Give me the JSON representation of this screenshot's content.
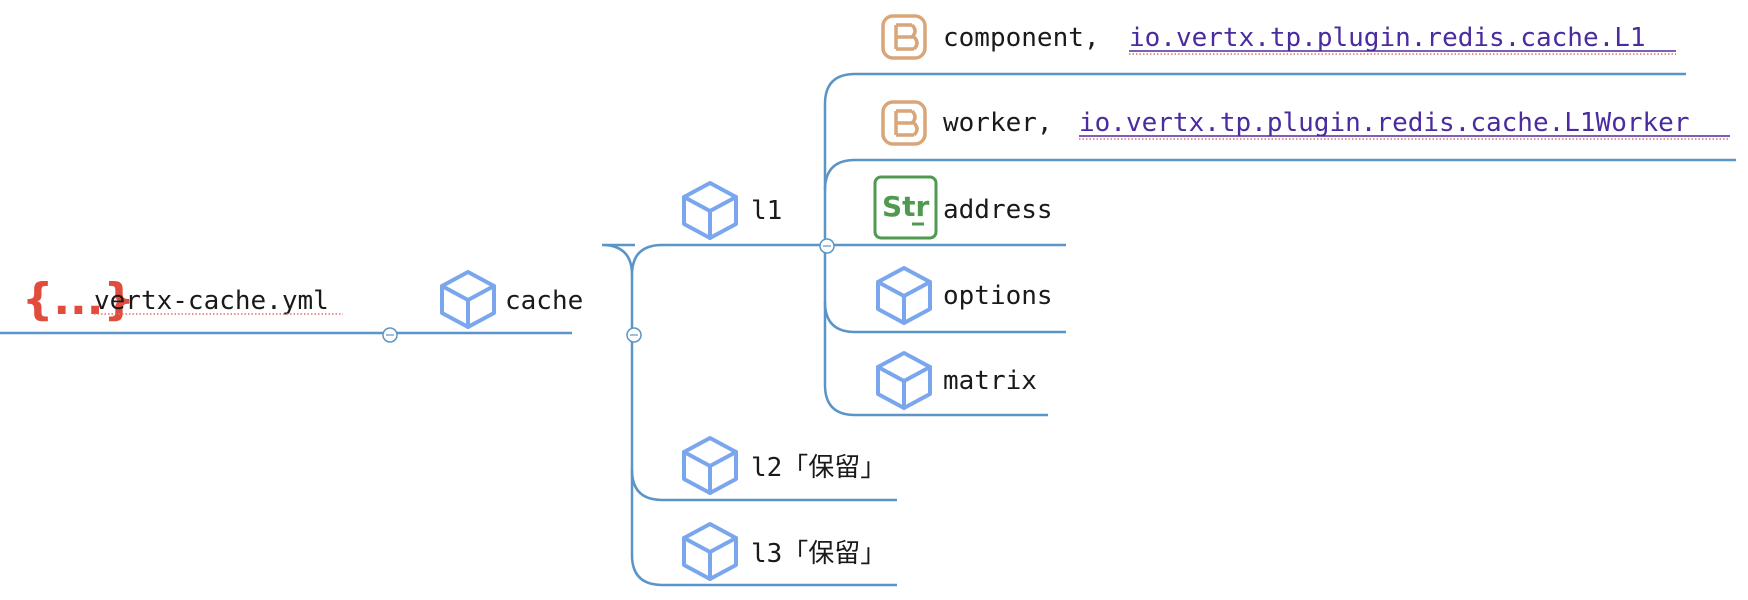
{
  "root": {
    "label": "vertx-cache.yml",
    "icon": "json-braces-icon"
  },
  "cache": {
    "label": "cache",
    "icon": "cube-icon"
  },
  "l1": {
    "label": "l1",
    "icon": "cube-icon",
    "children": {
      "component": {
        "key": "component, ",
        "value": "io.vertx.tp.plugin.redis.cache.L1",
        "icon": "bean-icon"
      },
      "worker": {
        "key": "worker, ",
        "value": "io.vertx.tp.plugin.redis.cache.L1Worker",
        "icon": "bean-icon"
      },
      "address": {
        "label": "address",
        "icon": "string-icon",
        "icon_text": "Str"
      },
      "options": {
        "label": "options",
        "icon": "cube-icon"
      },
      "matrix": {
        "label": "matrix",
        "icon": "cube-icon"
      }
    }
  },
  "l2": {
    "label": "l2「保留」",
    "icon": "cube-icon"
  },
  "l3": {
    "label": "l3「保留」",
    "icon": "cube-icon"
  },
  "colors": {
    "branch": "#5b95c8",
    "cube": "#7aa6ee",
    "bean": "#d9a679",
    "string": "#4f9a4f",
    "json": "#e24c3c",
    "link": "#4a2ba0"
  }
}
